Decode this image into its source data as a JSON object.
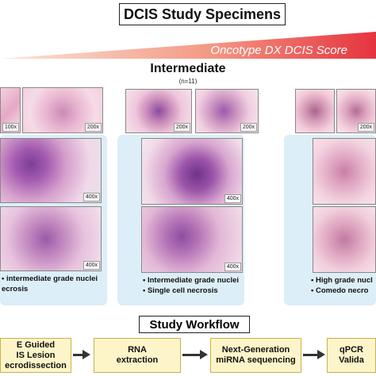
{
  "title": "DCIS Study Specimens",
  "score_label": "Oncotype DX DCIS Score",
  "group": {
    "title": "Intermediate",
    "n": "(n=11)"
  },
  "columns": [
    {
      "bullets": [
        "• intermediate grade nuclei",
        "ecrosis"
      ],
      "mags": [
        "100x",
        "200x",
        "400x",
        "400x"
      ]
    },
    {
      "bullets": [
        "• Intermediate grade nuclei",
        "• Single cell necrosis"
      ],
      "mags": [
        "200x",
        "200x",
        "400x",
        "400x"
      ]
    },
    {
      "bullets": [
        "• High grade nucl",
        "• Comedo necro"
      ],
      "mags": [
        "200x"
      ]
    }
  ],
  "workflow": {
    "title": "Study Workflow",
    "steps": [
      {
        "lines": [
          "E Guided",
          "IS Lesion",
          "ecrodissection"
        ]
      },
      {
        "lines": [
          "RNA",
          "extraction"
        ]
      },
      {
        "lines": [
          "Next-Generation",
          "miRNA sequencing"
        ]
      },
      {
        "lines": [
          "qPCR",
          "Valida"
        ]
      }
    ]
  },
  "colors": {
    "wedge_start": "#f8d8c8",
    "wedge_end": "#e7424a",
    "panel": "#dceef7",
    "workflow_box": "#fdf5c9",
    "he_pink": "#e9a9c8",
    "he_purple": "#7a3a8e"
  }
}
